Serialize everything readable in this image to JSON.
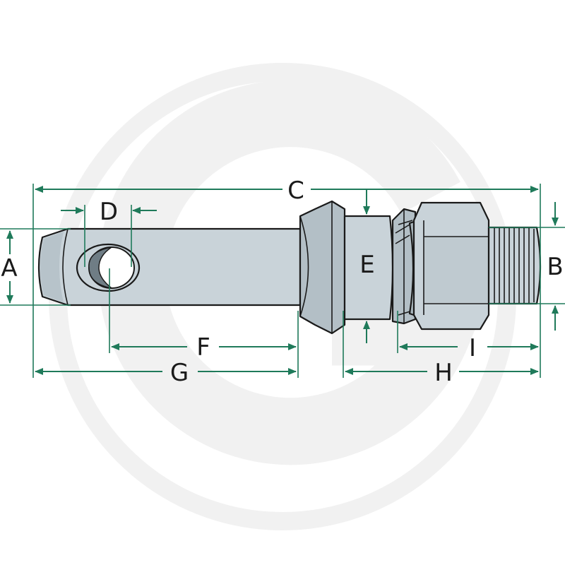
{
  "colors": {
    "dimension_green": "#1f7a5a",
    "part_fill": "#c9d3d9",
    "part_shade": "#a9b6bd",
    "part_dark": "#7f8d95",
    "outline": "#1a1a1a",
    "watermark": "#f1f1f1",
    "background": "#ffffff"
  },
  "dimensions": {
    "A": "A",
    "B": "B",
    "C": "C",
    "D": "D",
    "E": "E",
    "F": "F",
    "G": "G",
    "H": "H",
    "I": "I"
  }
}
